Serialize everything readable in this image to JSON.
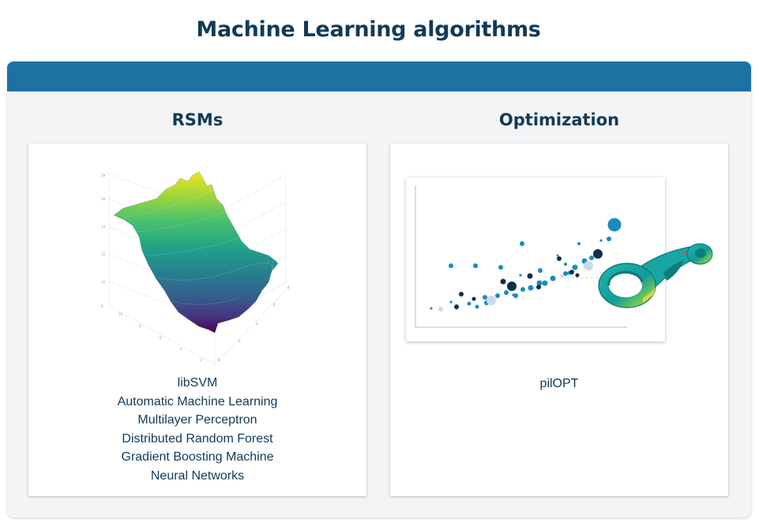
{
  "page": {
    "title": "Machine Learning algorithms"
  },
  "sections": {
    "rsms": {
      "title": "RSMs",
      "items": [
        "libSVM",
        "Automatic Machine Learning",
        "Multilayer Perceptron",
        "Distributed Random Forest",
        "Gradient Boosting Machine",
        "Neural Networks"
      ]
    },
    "optimization": {
      "title": "Optimization",
      "items": [
        "pilOPT"
      ]
    }
  },
  "colors": {
    "header": "#1c73a2",
    "title_text": "#123a58",
    "panel_bg": "#f2f4f6",
    "scatter_dark": "#0f2f4a",
    "scatter_mid": "#1a8cc0",
    "scatter_light": "#c9dbe8"
  },
  "icons": {
    "surface": "3d-response-surface-image",
    "scatter": "optimization-scatter-image",
    "part": "mechanical-part-image"
  }
}
